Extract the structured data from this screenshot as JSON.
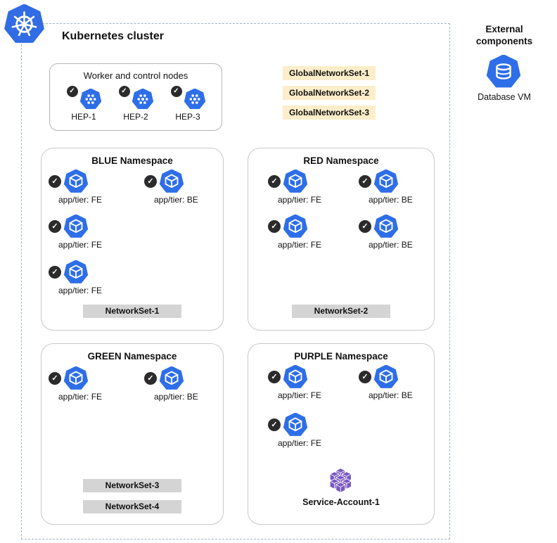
{
  "icons": {
    "check": "✓"
  },
  "cluster": {
    "title": "Kubernetes cluster"
  },
  "worker_box": {
    "title": "Worker and control nodes",
    "nodes": [
      {
        "label": "HEP-1"
      },
      {
        "label": "HEP-2"
      },
      {
        "label": "HEP-3"
      }
    ]
  },
  "global_network_sets": [
    {
      "label": "GlobalNetworkSet-1"
    },
    {
      "label": "GlobalNetworkSet-2"
    },
    {
      "label": "GlobalNetworkSet-3"
    }
  ],
  "namespaces": [
    {
      "title": "BLUE Namespace",
      "pods": [
        {
          "label": "app/tier: FE"
        },
        {
          "label": "app/tier: BE"
        },
        {
          "label": "app/tier: FE"
        },
        {
          "label": "app/tier: FE"
        }
      ],
      "network_sets": [
        {
          "label": "NetworkSet-1"
        }
      ]
    },
    {
      "title": "RED Namespace",
      "pods": [
        {
          "label": "app/tier: FE"
        },
        {
          "label": "app/tier: BE"
        },
        {
          "label": "app/tier: FE"
        },
        {
          "label": "app/tier: BE"
        }
      ],
      "network_sets": [
        {
          "label": "NetworkSet-2"
        }
      ]
    },
    {
      "title": "GREEN Namespace",
      "pods": [
        {
          "label": "app/tier: FE"
        },
        {
          "label": "app/tier: BE"
        }
      ],
      "network_sets": [
        {
          "label": "NetworkSet-3"
        },
        {
          "label": "NetworkSet-4"
        }
      ]
    },
    {
      "title": "PURPLE Namespace",
      "pods": [
        {
          "label": "app/tier: FE"
        },
        {
          "label": "app/tier: BE"
        },
        {
          "label": "app/tier: FE"
        }
      ],
      "service_account": {
        "label": "Service-Account-1"
      },
      "network_sets": []
    }
  ],
  "external": {
    "title": "External components",
    "database_label": "Database VM"
  },
  "colors": {
    "kubernetes_blue": "#2e6ee8",
    "logo_blue": "#326CE5",
    "badge_black": "#2b2b2b",
    "global_set_bg": "#fceeca",
    "network_set_bg": "#d4d4d4",
    "service_account_purple": "#7a58c1",
    "cluster_border": "#9db4c6"
  }
}
